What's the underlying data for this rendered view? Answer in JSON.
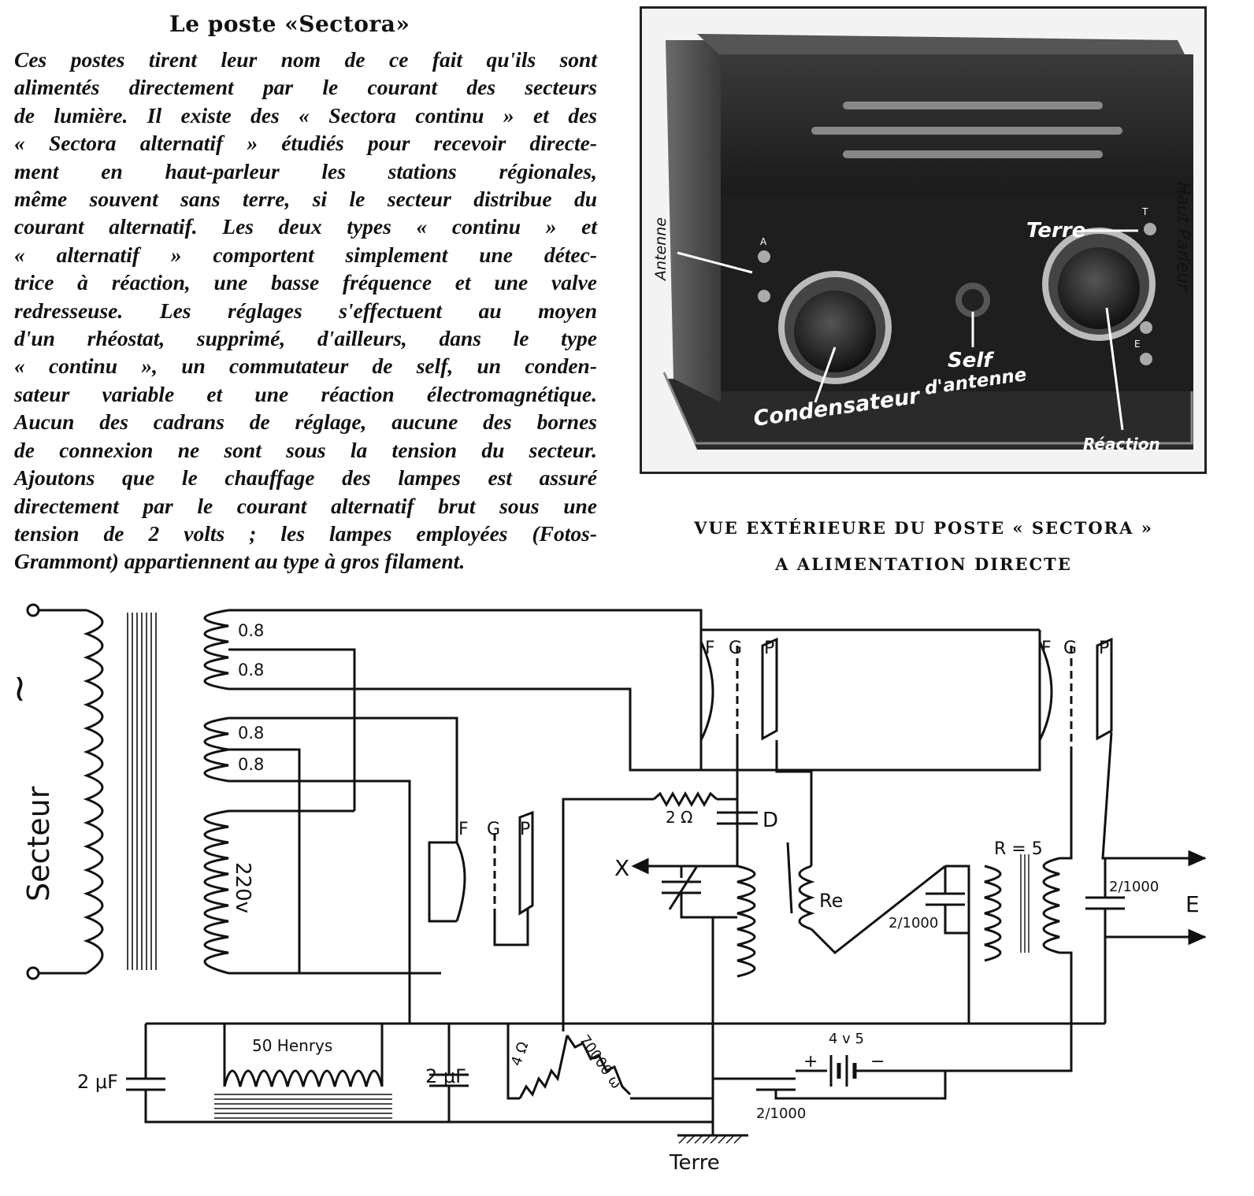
{
  "article": {
    "title": "Le poste «Sectora»",
    "lines": [
      "Ces postes tirent leur nom de ce fait qu'ils sont",
      "alimentés directement par le courant des secteurs",
      "de lumière. Il existe des « Sectora continu » et des",
      "« Sectora alternatif » étudiés pour recevoir directe-",
      "ment en haut-parleur les stations régionales,",
      "même souvent sans terre, si le secteur distribue du",
      "courant alternatif. Les deux types « continu » et",
      "« alternatif » comportent simplement une détec-",
      "trice à réaction, une basse fréquence et une valve",
      "redresseuse. Les réglages s'effectuent au moyen",
      "d'un rhéostat, supprimé, d'ailleurs, dans le type",
      "« continu », un commutateur de self, un conden-",
      "sateur variable et une réaction électromagnétique.",
      "Aucun des cadrans de réglage, aucune des bornes",
      "de connexion ne sont sous la tension du secteur.",
      "Ajoutons que le chauffage des lampes est assuré",
      "directement par le courant alternatif brut sous une",
      "tension de 2 volts ; les lampes employées (Fotos-",
      "Grammont) appartiennent au type à gros filament."
    ]
  },
  "photo": {
    "labels": {
      "antenne": "Antenne",
      "terre": "Terre",
      "haut_parleur": "Haut Parleur",
      "condensateur": "Condensateur",
      "self": "Self",
      "self_sub": "d'antenne",
      "reaction": "Réaction",
      "terminal_a": "A",
      "terminal_t": "T",
      "terminal_e": "E"
    }
  },
  "caption": {
    "line1": "VUE EXTÉRIEURE DU POSTE « SECTORA »",
    "line2": "A ALIMENTATION DIRECTE"
  },
  "circuit": {
    "secteur": "Secteur",
    "tilde": "~",
    "tap1": "0.8",
    "tap2": "0.8",
    "tap3": "0.8",
    "tap4": "0.8",
    "hv": "220v",
    "tube1": {
      "f": "F",
      "g": "G",
      "p": "P"
    },
    "tube2": {
      "f": "F",
      "g": "G",
      "p": "P"
    },
    "tube3": {
      "f": "F",
      "g": "G",
      "p": "P"
    },
    "res_2ohm": "2 Ω",
    "cap_d": "D",
    "x_label": "X",
    "re_label": "Re",
    "r_ratio": "R = 5",
    "cap_2_1000_a": "2/1000",
    "cap_2_1000_b": "2/1000",
    "cap_2_1000_c": "2/1000",
    "e_label": "E",
    "choke": "50 Henrys",
    "cap_2uf_left": "2 μF",
    "cap_2uf_mid": "2 μF",
    "res_4ohm": "4 Ω",
    "res_70000": "70000 ω",
    "battery": "4 v 5",
    "plus": "+",
    "minus": "−",
    "terre": "Terre"
  }
}
